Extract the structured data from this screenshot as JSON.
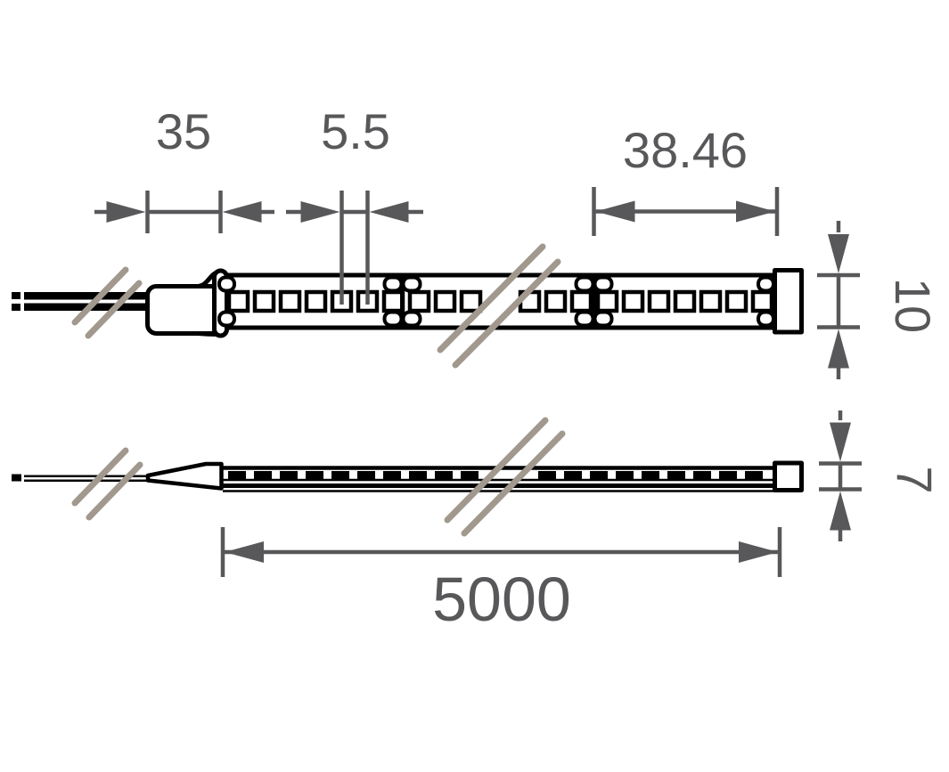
{
  "drawing": {
    "dimensions": {
      "connector_length": "35",
      "led_pitch": "5.5",
      "cut_increment": "38.46",
      "strip_width": "10",
      "strip_length": "5000",
      "strip_height": "7"
    },
    "colors": {
      "outline": "#000000",
      "dimension": "#58585a",
      "break_mark": "#a1988e",
      "background": "#ffffff"
    }
  }
}
